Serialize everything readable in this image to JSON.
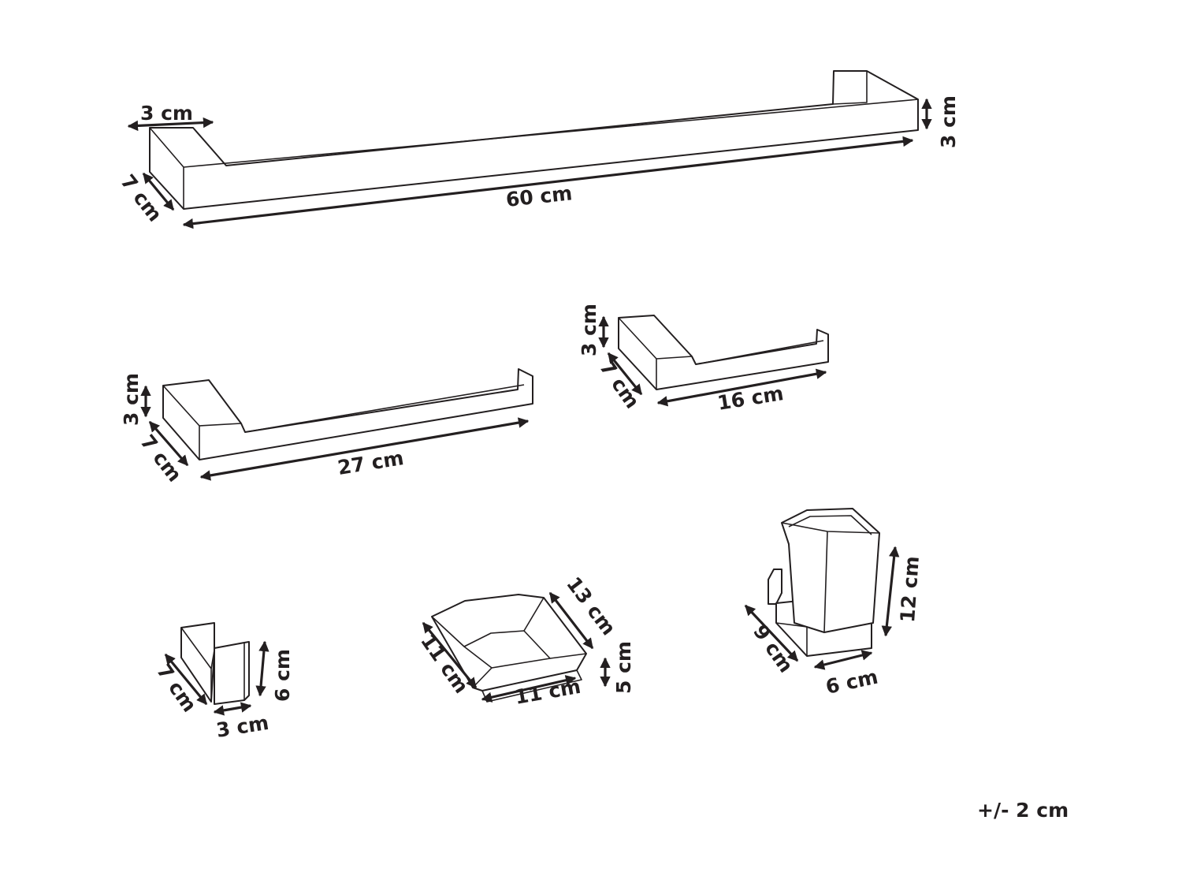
{
  "colors": {
    "line": "#231f20",
    "background": "#ffffff"
  },
  "towel_bar_60": {
    "depth": "3 cm",
    "height": "3 cm",
    "projection": "7 cm",
    "length": "60 cm"
  },
  "towel_ring_27": {
    "height": "3 cm",
    "projection": "7 cm",
    "length": "27 cm"
  },
  "paper_holder_16": {
    "height": "3 cm",
    "projection": "7 cm",
    "length": "16 cm"
  },
  "robe_hook": {
    "projection": "7 cm",
    "height": "6 cm",
    "width": "3 cm"
  },
  "soap_dish": {
    "depth": "11 cm",
    "width": "11 cm",
    "length": "13 cm",
    "height": "5 cm"
  },
  "tumbler": {
    "height": "12 cm",
    "depth": "9 cm",
    "width": "6 cm"
  },
  "tolerance": "+/- 2 cm"
}
